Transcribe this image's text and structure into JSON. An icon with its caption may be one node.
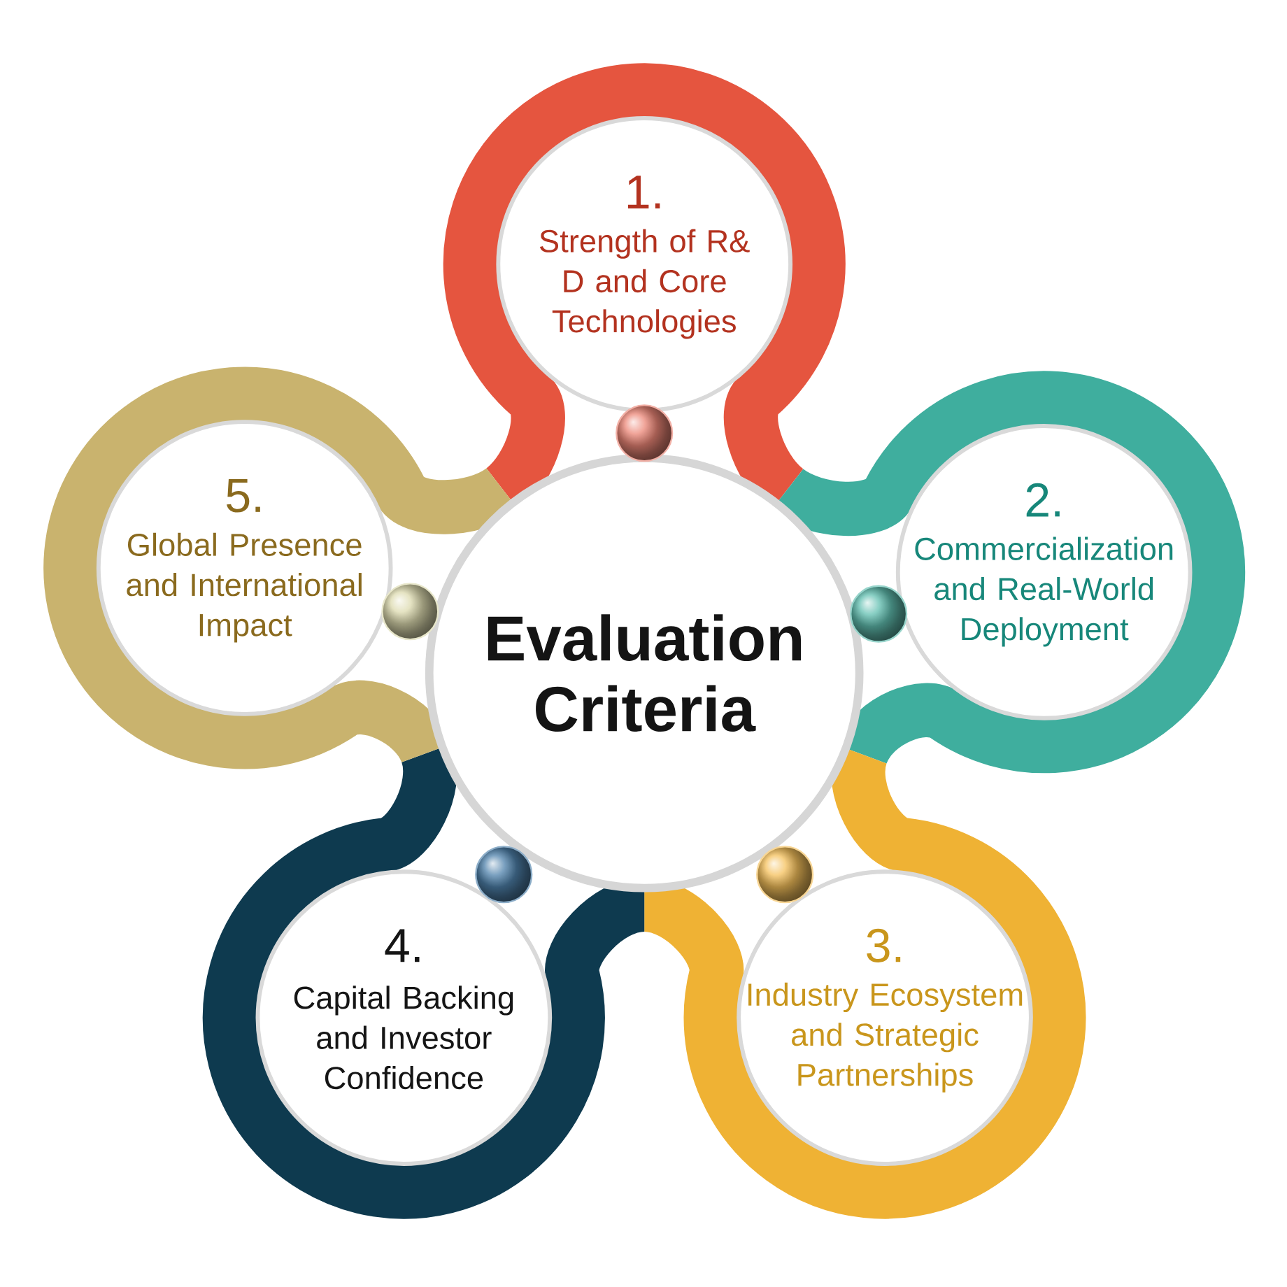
{
  "diagram": {
    "nodes": [
      {
        "text": [
          "Evaluation Criteria"
        ]
      },
      {
        "text": [
          "1.",
          "Strength of R& D and Core Technologies"
        ]
      },
      {
        "text": [
          "2.",
          "Commercialization and Real-World Deployment"
        ]
      },
      {
        "text": [
          "3.",
          "Industry Ecosystem and Strategic Partnerships"
        ]
      },
      {
        "text": [
          "4.",
          "Capital Backing and Investor Confidence"
        ]
      },
      {
        "text": [
          "5.",
          "Global Presence and International Impact"
        ]
      }
    ],
    "edges": [
      {
        "from": 0,
        "to": 1,
        "arrow": "none",
        "color": "#e8705e"
      },
      {
        "from": 0,
        "to": 2,
        "arrow": "none",
        "color": "#44b3a2"
      },
      {
        "from": 0,
        "to": 3,
        "arrow": "none",
        "color": "#f3b53e"
      },
      {
        "from": 0,
        "to": 4,
        "arrow": "none",
        "color": "#2f6b9c"
      },
      {
        "from": 0,
        "to": 5,
        "arrow": "none",
        "color": "#d6d3a0"
      }
    ]
  }
}
